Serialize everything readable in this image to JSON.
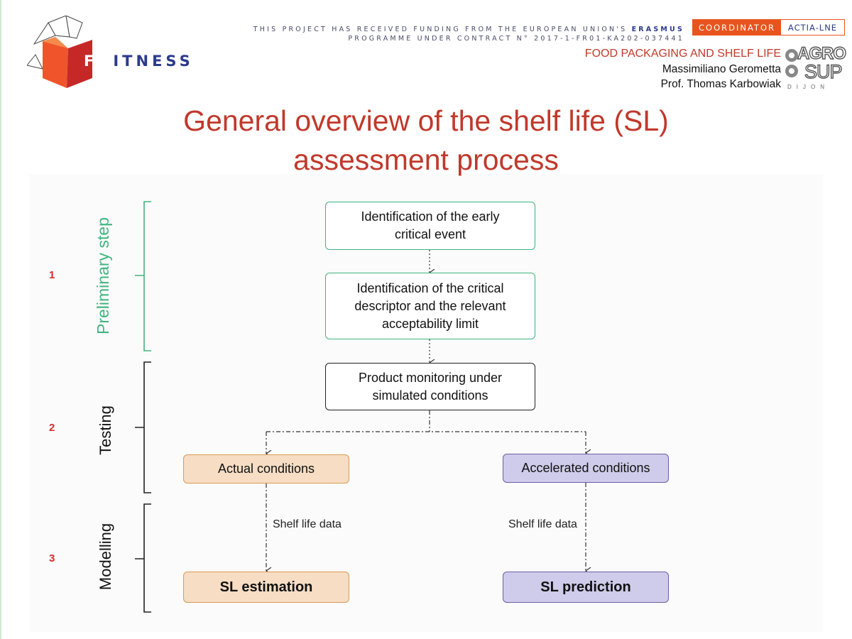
{
  "header": {
    "logo_text": "FITNESS",
    "logo_letter": "F",
    "logo_rest": "ITNESS",
    "funding_line1_prefix": "THIS PROJECT HAS RECEIVED FUNDING FROM THE EUROPEAN UNION'S ",
    "funding_line1_bold": "ERASMUS",
    "funding_line2": "PROGRAMME UNDER CONTRACT N° 2017-1-FR01-KA202-037441",
    "coordinator_label": "COORDINATOR",
    "coordinator_value": "ACTIA-LNE",
    "course": "FOOD PACKAGING AND SHELF LIFE",
    "author1": "Massimiliano Gerometta",
    "author2": "Prof. Thomas Karbowiak",
    "partner_logo": {
      "line1": "AGRO",
      "line2": "SUP",
      "line3": "DIJON"
    }
  },
  "title": {
    "line1": "General overview of the shelf life (SL)",
    "line2": "assessment process"
  },
  "phases": [
    {
      "number": "1",
      "label": "Preliminary step",
      "color": "#3fb47e"
    },
    {
      "number": "2",
      "label": "Testing",
      "color": "#111111"
    },
    {
      "number": "3",
      "label": "Modelling",
      "color": "#111111"
    }
  ],
  "nodes": {
    "early_event": {
      "line1": "Identification of the early",
      "line2": "critical event"
    },
    "critical_descriptor": {
      "line1": "Identification of the critical",
      "line2": "descriptor and the relevant",
      "line3": "acceptability limit"
    },
    "monitoring": {
      "line1": "Product monitoring under",
      "line2": "simulated conditions"
    },
    "actual": "Actual conditions",
    "accelerated": "Accelerated conditions",
    "sl_estimation": "SL estimation",
    "sl_prediction": "SL prediction"
  },
  "edge_labels": {
    "left": "Shelf life data",
    "right": "Shelf life data"
  },
  "colors": {
    "title": "#c0392b",
    "preliminary": "#3fb47e",
    "actual_fill": "#f6ddc4",
    "accelerated_fill": "#cfcbea",
    "phase_number": "#d62c2c",
    "brand_orange": "#e8541e",
    "brand_blue": "#2b3a8c"
  }
}
